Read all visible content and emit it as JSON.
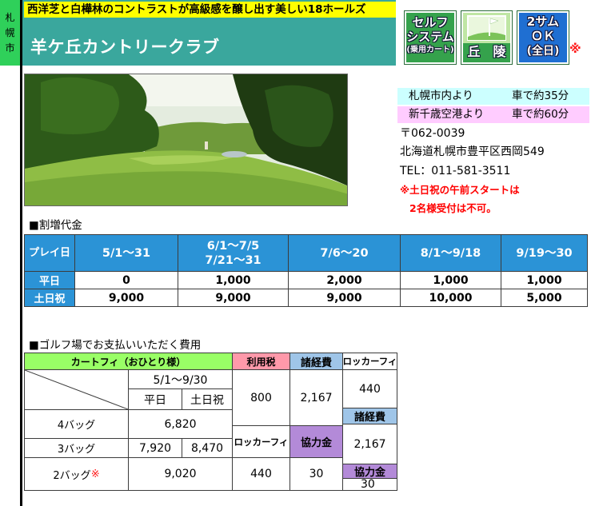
{
  "colors": {
    "strip": "#2fd05a",
    "teal": "#3aa79d",
    "blue": "#2b93d6"
  },
  "sidebar": {
    "city": [
      "札",
      "幌",
      "市"
    ]
  },
  "header": {
    "tagline": "西洋芝と白樺林のコントラストが高級感を醸し出す美しい18ホールズ",
    "title": "羊ケ丘カントリークラブ"
  },
  "badges": {
    "self": {
      "icon": "cart-badge",
      "lines": [
        "セルフ",
        "システム",
        "(乗用カート)"
      ]
    },
    "terrain": {
      "icon": "golf-flag-icon",
      "label": "丘　陵"
    },
    "two_some": {
      "lines": [
        "2サム",
        "ＯＫ",
        "(全日)"
      ],
      "mark": "※"
    }
  },
  "access": [
    {
      "from": "札幌市内より",
      "time": "車で約35分"
    },
    {
      "from": "新千歳空港より",
      "time": "車で約60分"
    }
  ],
  "address": {
    "postal": "〒062-0039",
    "street": "北海道札幌市豊平区西岡549",
    "tel": "TEL：011-581-3511"
  },
  "notice": [
    "※土日祝の午前スタートは",
    "2名様受付は不可。"
  ],
  "surcharge": {
    "heading": "■割増代金",
    "columns": [
      {
        "lines": [
          "プレイ日"
        ]
      },
      {
        "lines": [
          "5/1〜31"
        ]
      },
      {
        "lines": [
          "6/1〜7/5",
          "7/21〜31"
        ]
      },
      {
        "lines": [
          "7/6〜20"
        ]
      },
      {
        "lines": [
          "8/1〜9/18"
        ]
      },
      {
        "lines": [
          "9/19〜30"
        ]
      }
    ],
    "rows": [
      {
        "label": "平日",
        "values": [
          "0",
          "1,000",
          "2,000",
          "1,000",
          "1,000"
        ]
      },
      {
        "label": "土日祝",
        "values": [
          "9,000",
          "9,000",
          "9,000",
          "10,000",
          "5,000"
        ]
      }
    ]
  },
  "fees": {
    "heading": "■ゴルフ場でお支払いいただく費用",
    "cart_fee_header": "カートフィ（おひとり様）",
    "tax_header": "利用税",
    "expenses_header": "諸経費",
    "locker_header": "ロッカーフィ",
    "cooperation_header": "協力金",
    "season": "5/1〜9/30",
    "weekday": "平日",
    "weekend": "土日祝",
    "tax": "800",
    "expenses": "2,167",
    "locker": "440",
    "cooperation": "30",
    "bags": [
      {
        "label": "4バッグ",
        "price": "6,820"
      },
      {
        "label": "3バッグ",
        "weekday": "7,920",
        "weekend": "8,470"
      },
      {
        "label": "2バッグ",
        "mark": "※",
        "price": "9,020"
      }
    ]
  }
}
